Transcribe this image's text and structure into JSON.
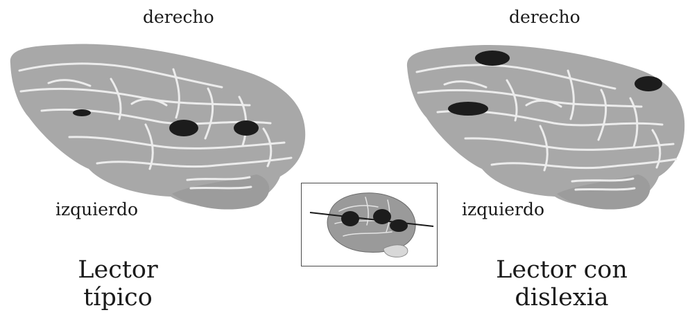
{
  "colors": {
    "brain_fill": "#a8a8a8",
    "sulci": "#ececec",
    "activation": "#1c1c1c",
    "inset_border": "#4a4a4a"
  },
  "left_panel": {
    "top_label": "derecho",
    "side_label": "izquierdo",
    "caption_line1": "Lector",
    "caption_line2": "típico",
    "activation_regions": 3
  },
  "right_panel": {
    "top_label": "derecho",
    "side_label": "izquierdo",
    "caption_line1": "Lector con",
    "caption_line2": "dislexia",
    "activation_regions": 3
  },
  "inset": {
    "icon": "lateral-brain-icon",
    "activation_regions": 3
  }
}
